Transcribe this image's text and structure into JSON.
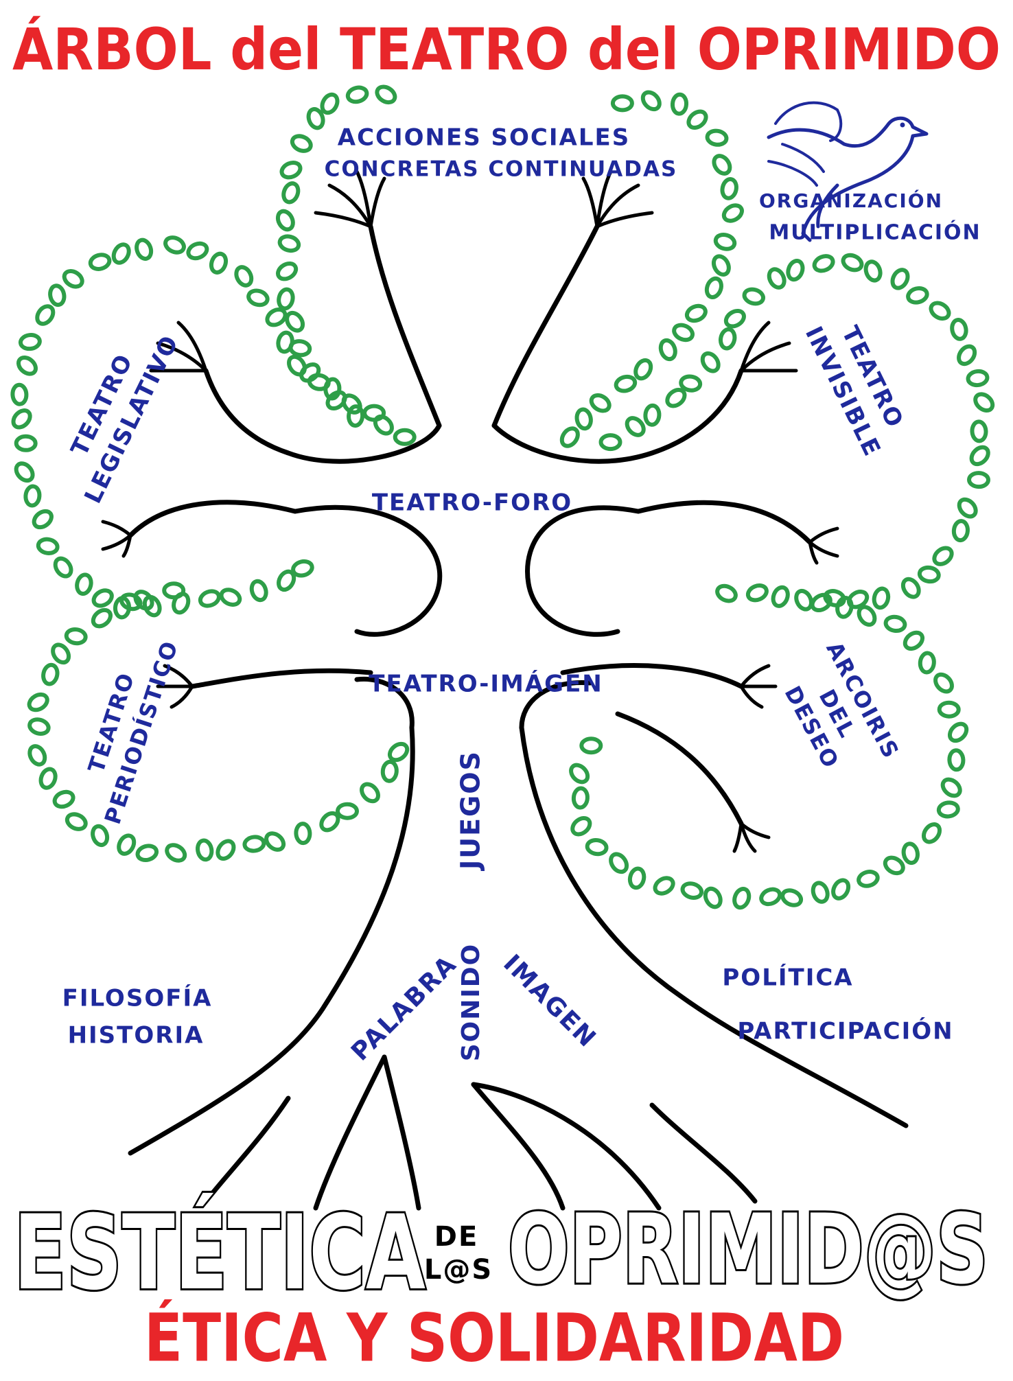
{
  "title": "ÁRBOL del TEATRO del OPRIMIDO",
  "colors": {
    "title": "#e8262a",
    "label": "#1f2a9c",
    "leaf": "#2e9e48",
    "tree": "#000000",
    "dove": "#1f2a9c"
  },
  "crown": {
    "top": [
      "ACCIONES SOCIALES",
      "CONCRETAS CONTINUADAS"
    ],
    "top_right": [
      "ORGANIZACIÓN",
      "MULTIPLICACIÓN"
    ],
    "left_upper": [
      "TEATRO",
      "LEGISLATIVO"
    ],
    "right_upper": [
      "TEATRO",
      "INVISIBLE"
    ],
    "center_upper": "TEATRO-FORO",
    "center_lower": "TEATRO-IMÁGEN",
    "left_lower": [
      "TEATRO",
      "PERIODÍSTICO"
    ],
    "right_lower": [
      "ARCOIRIS",
      "DEL",
      "DESEO"
    ],
    "trunk": "JUEGOS"
  },
  "roots": {
    "left": "PALABRA",
    "center": "SONIDO",
    "right": "IMAGEN"
  },
  "ground_left": [
    "FILOSOFÍA",
    "HISTORIA"
  ],
  "ground_right": [
    "POLÍTICA",
    "PARTICIPACIÓN"
  ],
  "base_main": "ESTÉTICA",
  "base_small": [
    "DE",
    "L@S"
  ],
  "base_end": "OPRIMID@S",
  "base_sub": "ÉTICA Y SOLIDARIDAD",
  "icons": [
    "dove-icon"
  ]
}
